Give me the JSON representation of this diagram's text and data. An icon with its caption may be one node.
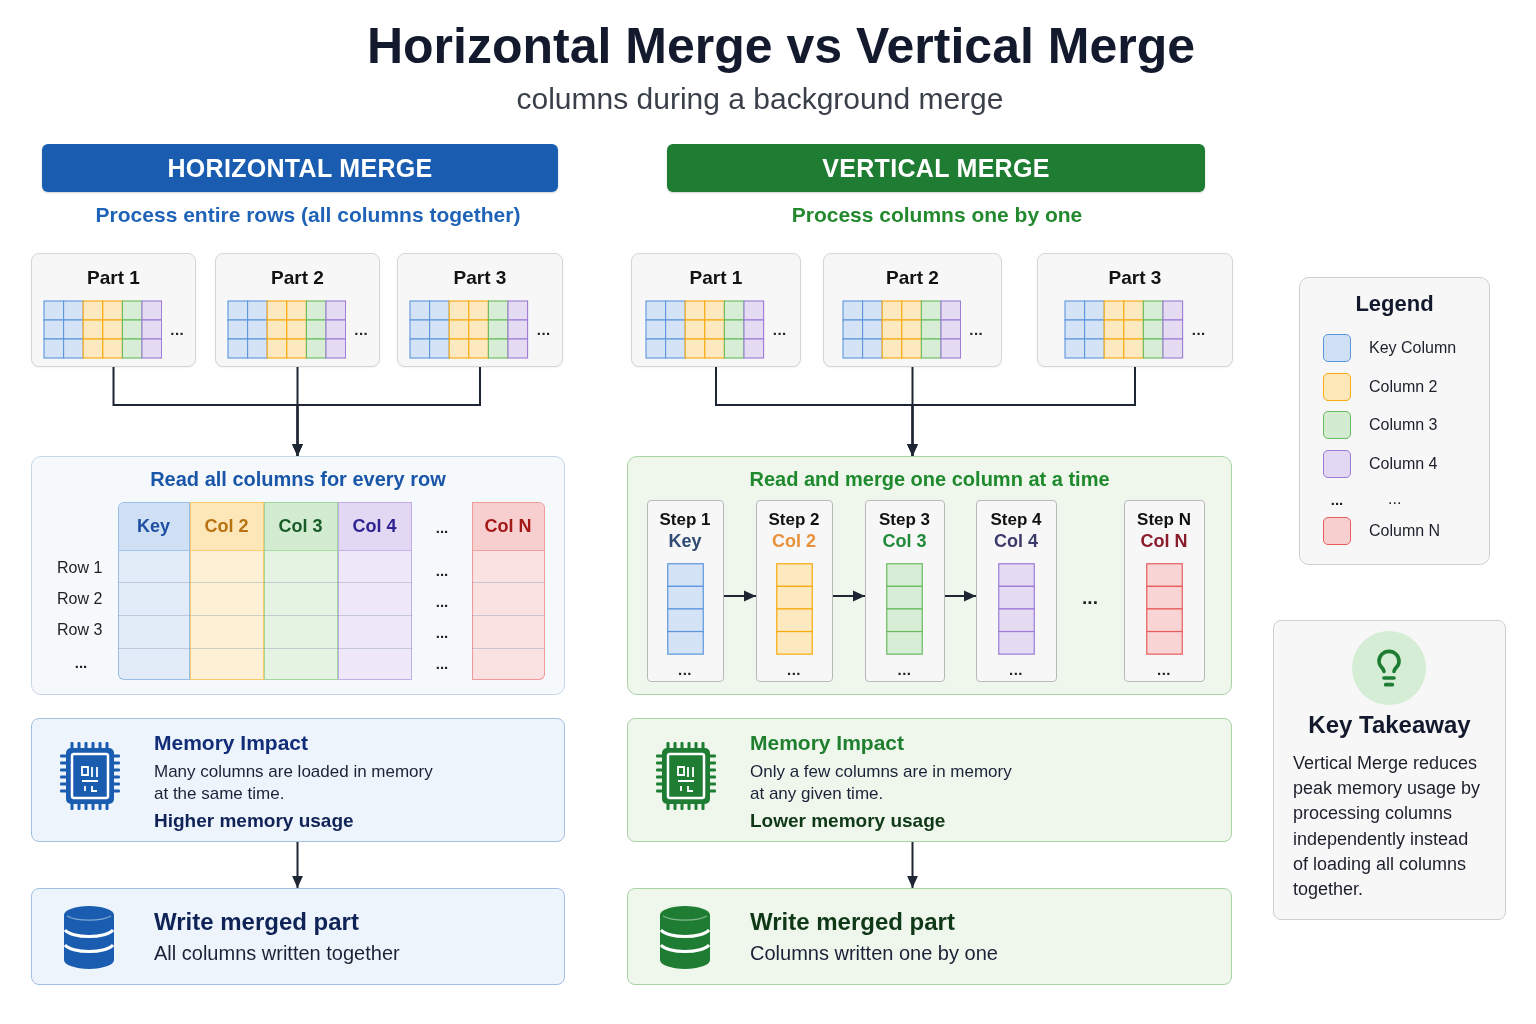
{
  "diagram": {
    "title": "Horizontal Merge vs Vertical Merge",
    "nodes": [
      {
        "text": [
          "HORIZONTAL MERGE"
        ],
        "beside": [
          "Process entire rows (all columns together)"
        ]
      },
      {
        "text": [
          "VERTICAL MERGE"
        ],
        "beside": [
          "Process columns one by one"
        ]
      },
      {
        "text": [
          "Part 1",
          "..."
        ]
      },
      {
        "text": [
          "Part 2",
          "..."
        ]
      },
      {
        "text": [
          "Part 3",
          "..."
        ]
      },
      {
        "text": [
          "Part 1",
          "..."
        ]
      },
      {
        "text": [
          "Part 2",
          "..."
        ]
      },
      {
        "text": [
          "Part 3",
          "..."
        ]
      },
      {
        "text": [
          "Read all columns for every row"
        ]
      },
      {
        "text": [
          "Key"
        ],
        "in": 8
      },
      {
        "text": [
          "Col 2"
        ],
        "in": 8
      },
      {
        "text": [
          "Col 3"
        ],
        "in": 8
      },
      {
        "text": [
          "Col 4"
        ],
        "in": 8
      },
      {
        "text": [
          "Col N"
        ],
        "in": 8
      },
      {
        "text": [
          "Read and merge one column at a time"
        ]
      },
      {
        "text": [
          "Step 1",
          "Key",
          "..."
        ],
        "in": 14
      },
      {
        "text": [
          "Step 2",
          "Col 2",
          "..."
        ],
        "in": 14
      },
      {
        "text": [
          "Step 3",
          "Col 3",
          "..."
        ],
        "in": 14
      },
      {
        "text": [
          "Step 4",
          "Col 4",
          "..."
        ],
        "in": 14
      },
      {
        "text": [
          "Step N",
          "Col N",
          "..."
        ],
        "in": 14
      },
      {
        "text": [
          "Memory Impact",
          "Many columns are loaded in memory at the same time.",
          "Higher memory usage"
        ]
      },
      {
        "text": [
          "Memory Impact",
          "Only a few columns are in memory at any given time.",
          "Lower memory usage"
        ]
      },
      {
        "text": [
          "Write merged part",
          "All columns written together"
        ]
      },
      {
        "text": [
          "Write merged part",
          "Columns written one by one"
        ]
      },
      {
        "text": [
          "Key Takeaway",
          "Vertical Merge reduces peak memory usage by processing columns independently instead of loading all columns together."
        ]
      }
    ],
    "edges": [
      {
        "from": 2,
        "to": 8,
        "arrow": "to"
      },
      {
        "from": 3,
        "to": 8,
        "arrow": "to"
      },
      {
        "from": 4,
        "to": 8,
        "arrow": "to"
      },
      {
        "from": 5,
        "to": 14,
        "arrow": "to"
      },
      {
        "from": 6,
        "to": 14,
        "arrow": "to"
      },
      {
        "from": 7,
        "to": 14,
        "arrow": "to"
      },
      {
        "from": 15,
        "to": 16,
        "arrow": "to"
      },
      {
        "from": 16,
        "to": 17,
        "arrow": "to"
      },
      {
        "from": 17,
        "to": 18,
        "arrow": "to"
      },
      {
        "from": 20,
        "to": 22,
        "arrow": "to"
      },
      {
        "from": 21,
        "to": 23,
        "arrow": "to"
      }
    ],
    "labels": [
      "columns during a background merge",
      "...",
      "Row 1",
      "...",
      "Row 2",
      "...",
      "Row 3",
      "...",
      "...",
      "...",
      "...",
      "Legend",
      "..."
    ],
    "legend": [
      {
        "text": "Key Column",
        "color": "#cfe0f5"
      },
      {
        "text": "Column 2",
        "color": "#fde6b8"
      },
      {
        "text": "Column 3",
        "color": "#d3ebd0"
      },
      {
        "text": "Column 4",
        "color": "#e2d8f3"
      },
      {
        "text": "..."
      },
      {
        "text": "Column N",
        "color": "#f8cfcf"
      }
    ]
  }
}
